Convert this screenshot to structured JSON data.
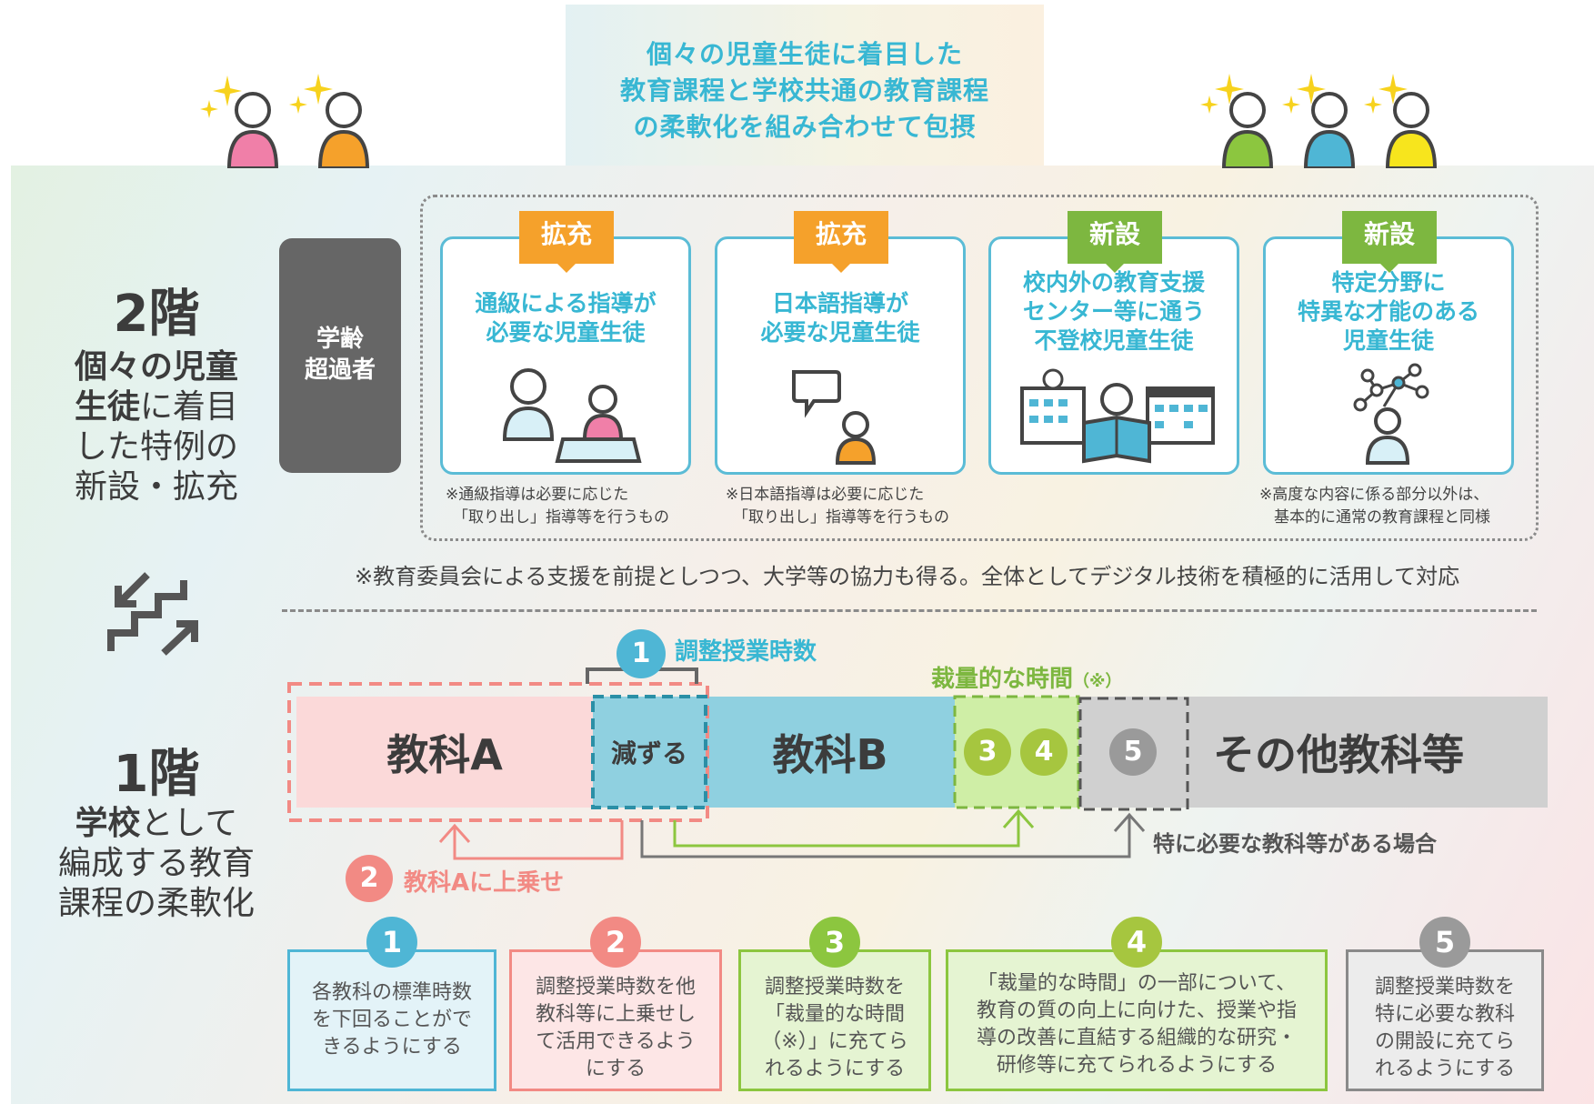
{
  "header": {
    "lines": [
      "個々の児童生徒に着目した",
      "教育課程と学校共通の教育課程",
      "の柔軟化を組み合わせて包摂"
    ]
  },
  "floor2": {
    "title": "2階",
    "desc_bold1": "個々の児",
    "desc_bold2": "童",
    "desc_bold3": "生徒",
    "desc_rest1": "に着目",
    "desc_line3": "した特例の",
    "desc_line4": "新設・拡充"
  },
  "age_over": {
    "line1": "学齢",
    "line2": "超過者"
  },
  "cards": [
    {
      "badge": "拡充",
      "lines": [
        "通級による指導が",
        "必要な児童生徒"
      ],
      "note": [
        "※通級指導は必要に応じた",
        "「取り出し」指導等を行うもの"
      ]
    },
    {
      "badge": "拡充",
      "lines": [
        "日本語指導が",
        "必要な児童生徒"
      ],
      "note": [
        "※日本語指導は必要に応じた",
        "「取り出し」指導等を行うもの"
      ]
    },
    {
      "badge": "新設",
      "lines": [
        "校内外の教育支援",
        "センター等に通う",
        "不登校児童生徒"
      ],
      "note": []
    },
    {
      "badge": "新設",
      "lines": [
        "特定分野に",
        "特異な才能のある",
        "児童生徒"
      ],
      "note": [
        "※高度な内容に係る部分以外は、",
        "基本的に通常の教育課程と同様"
      ]
    }
  ],
  "support_note": "※教育委員会による支援を前提としつつ、大学等の協力も得る。全体としてデジタル技術を積極的に活用して対応",
  "floor1": {
    "title": "1階",
    "desc_bold": "学校",
    "desc_rest": "として",
    "desc_line2": "編成する教育",
    "desc_line3": "課程の柔軟化"
  },
  "bar": {
    "subject_a": "教科A",
    "reduce": "減ずる",
    "subject_b": "教科B",
    "other": "その他教科等"
  },
  "labels": {
    "adjust_hours": "調整授業時数",
    "discretionary": "裁量的な時間",
    "discretionary_mark": "（※）",
    "add_to_a": "教科Aに上乗せ",
    "special_need": "特に必要な教科等がある場合"
  },
  "numbers": [
    "1",
    "2",
    "3",
    "4",
    "5"
  ],
  "boxes": [
    {
      "num": "1",
      "lines": [
        "各教科の標準時数",
        "を下回ることがで",
        "きるようにする"
      ]
    },
    {
      "num": "2",
      "lines": [
        "調整授業時数を他",
        "教科等に上乗せし",
        "て活用できるよう",
        "にする"
      ]
    },
    {
      "num": "3",
      "lines": [
        "調整授業時数を",
        "「裁量的な時間",
        "（※）」に充てら",
        "れるようにする"
      ]
    },
    {
      "num": "4",
      "lines": [
        "「裁量的な時間」の一部について、",
        "教育の質の向上に向けた、授業や指",
        "導の改善に直結する組織的な研究・",
        "研修等に充てられるようにする"
      ]
    },
    {
      "num": "5",
      "lines": [
        "調整授業時数を",
        "特に必要な教科",
        "の開設に充てら",
        "れるようにする"
      ]
    }
  ],
  "colors": {
    "cyan": "#38b7d3",
    "orange": "#f5a12b",
    "green": "#7db740",
    "red": "#f28a84",
    "gray": "#8a8a8a",
    "blue_seg": "#8fd0e0",
    "pink_seg": "#fbd9d9",
    "green_seg": "#cfeea6",
    "gray_seg": "#d0d0d0"
  }
}
